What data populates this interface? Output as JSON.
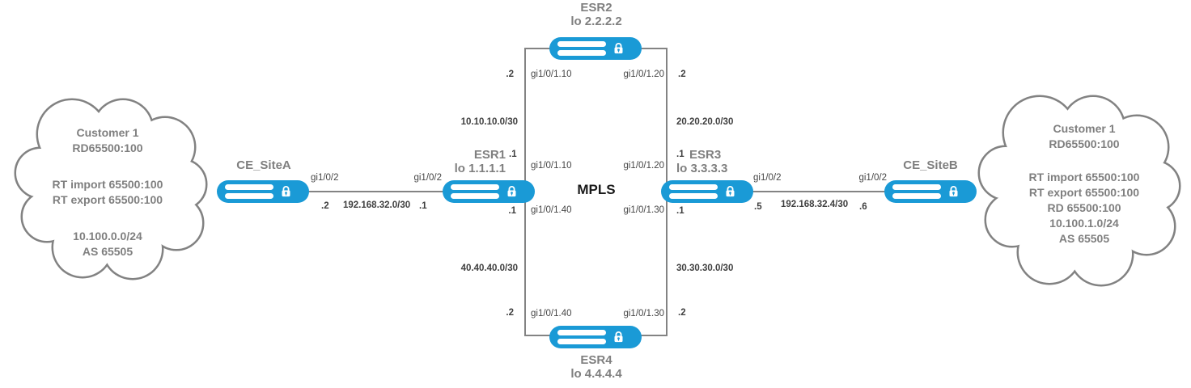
{
  "core": {
    "label": "MPLS"
  },
  "routers": {
    "ce_site_a": {
      "name": "CE_SiteA"
    },
    "ce_site_b": {
      "name": "CE_SiteB"
    },
    "esr1": {
      "name": "ESR1",
      "loopback": "lo 1.1.1.1"
    },
    "esr2": {
      "name": "ESR2",
      "loopback": "lo 2.2.2.2"
    },
    "esr3": {
      "name": "ESR3",
      "loopback": "lo 3.3.3.3"
    },
    "esr4": {
      "name": "ESR4",
      "loopback": "lo 4.4.4.4"
    }
  },
  "access_links": {
    "site_a": {
      "ce_if": "gi1/0/2",
      "pe_if": "gi1/0/2",
      "ce_ip": ".2",
      "subnet": "192.168.32.0/30",
      "pe_ip": ".1"
    },
    "site_b": {
      "pe_if": "gi1/0/2",
      "ce_if": "gi1/0/2",
      "pe_ip": ".5",
      "subnet": "192.168.32.4/30",
      "ce_ip": ".6"
    }
  },
  "core_links": {
    "esr1_esr2": {
      "subnet": "10.10.10.0/30",
      "esr1_if": "gi1/0/1.10",
      "esr1_ip": ".1",
      "esr2_if": "gi1/0/1.10",
      "esr2_ip": ".2"
    },
    "esr2_esr3": {
      "subnet": "20.20.20.0/30",
      "esr3_if": "gi1/0/1.20",
      "esr3_ip": ".1",
      "esr2_if": "gi1/0/1.20",
      "esr2_ip": ".2"
    },
    "esr1_esr4": {
      "subnet": "40.40.40.0/30",
      "esr1_if": "gi1/0/1.40",
      "esr1_ip": ".1",
      "esr4_if": "gi1/0/1.40",
      "esr4_ip": ".2"
    },
    "esr3_esr4": {
      "subnet": "30.30.30.0/30",
      "esr3_if": "gi1/0/1.30",
      "esr3_ip": ".1",
      "esr4_if": "gi1/0/1.30",
      "esr4_ip": ".2"
    }
  },
  "clouds": {
    "site_a": {
      "lines": [
        "Customer 1",
        "RD65500:100",
        "",
        "RT import 65500:100",
        "RT export 65500:100",
        "",
        "10.100.0.0/24",
        "AS 65505"
      ]
    },
    "site_b": {
      "lines": [
        "Customer 1",
        "RD65500:100",
        "",
        "RT import 65500:100",
        "RT export 65500:100",
        "RD 65500:100",
        "10.100.1.0/24",
        "AS 65505"
      ]
    }
  },
  "colors": {
    "router_blue": "#1a9ad6",
    "line_gray": "#838383",
    "node_text_gray": "#7f7f7f",
    "label_dark": "#3f3f3f",
    "mpls_black": "#1a1a1a"
  }
}
